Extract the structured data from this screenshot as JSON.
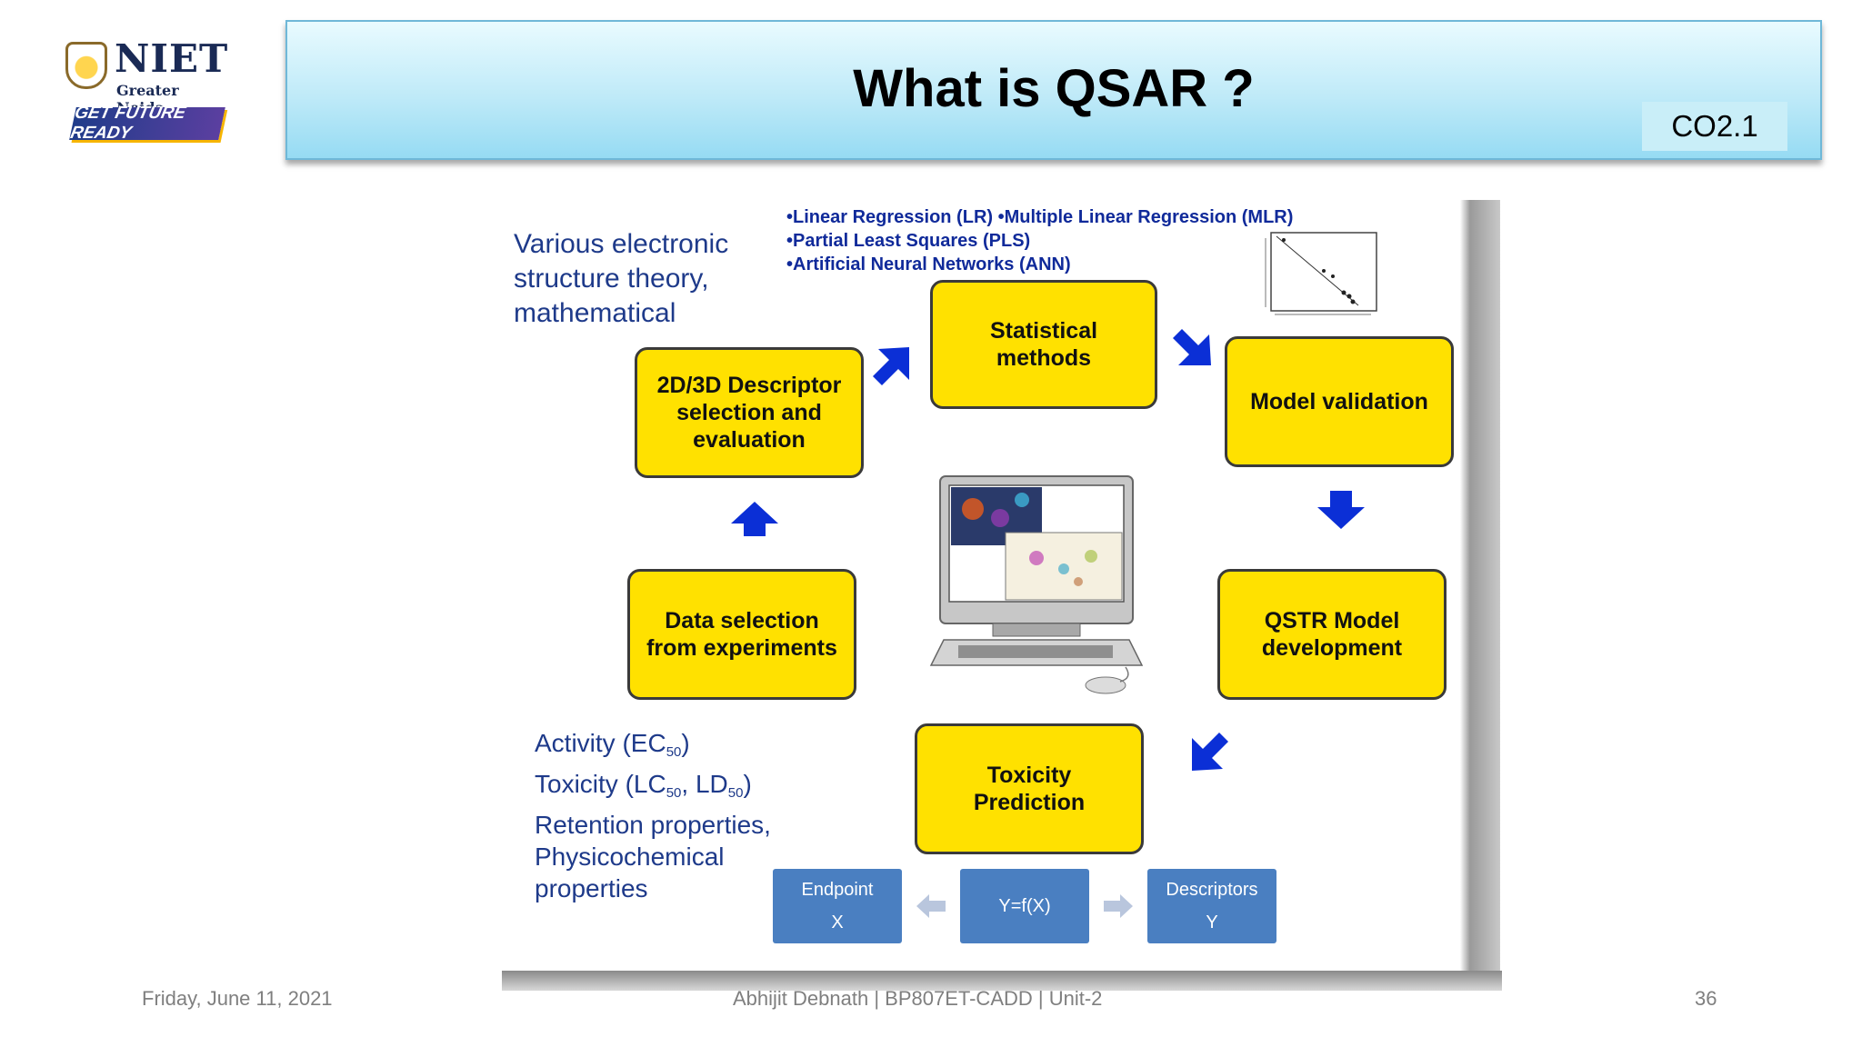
{
  "logo": {
    "name": "NIET",
    "location": "Greater Noida",
    "tagline": "GET FUTURE READY"
  },
  "slide": {
    "title": "What is QSAR ?",
    "course_outcome": "CO2.1"
  },
  "diagram": {
    "note_top_left": [
      "Various electronic",
      "structure theory,",
      "mathematical"
    ],
    "methods_list": [
      "•Linear Regression (LR)  •Multiple Linear Regression (MLR)",
      "•Partial Least Squares (PLS)",
      "•Artificial Neural Networks (ANN)"
    ],
    "steps": {
      "descriptor": [
        "2D/3D Descriptor",
        "selection and",
        "evaluation"
      ],
      "statistical": [
        "Statistical",
        "methods"
      ],
      "validation": [
        "Model validation"
      ],
      "data_selection": [
        "Data selection",
        "from experiments"
      ],
      "qstr": [
        "QSTR Model",
        "development"
      ],
      "toxicity": [
        "Toxicity",
        "Prediction"
      ]
    },
    "endpoints_note": {
      "activity_prefix": "Activity (EC",
      "activity_sub": "50",
      "activity_suffix": ")",
      "toxicity_prefix": "Toxicity (LC",
      "toxicity_sub1": "50",
      "toxicity_mid": ", LD",
      "toxicity_sub2": "50",
      "toxicity_suffix": ")",
      "retention": "Retention properties,",
      "physico1": "Physicochemical",
      "physico2": "properties"
    },
    "equation_boxes": {
      "endpoint_label": "Endpoint",
      "endpoint_var": "X",
      "equation": "Y=f(X)",
      "descriptors_label": "Descriptors",
      "descriptors_var": "Y"
    }
  },
  "footer": {
    "date": "Friday, June 11, 2021",
    "author_course": "Abhijit Debnath | BP807ET-CADD | Unit-2",
    "page_number": "36"
  },
  "colors": {
    "title_bar": "#bfeaf8",
    "step_box": "#ffe100",
    "equation_box": "#4a7fc1",
    "arrow": "#0b2fd6"
  }
}
